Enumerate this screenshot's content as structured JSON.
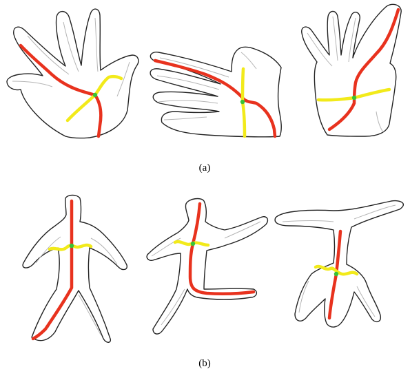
{
  "captions": {
    "a": "(a)",
    "b": "(b)"
  },
  "colors": {
    "primary_curve": "#e8321e",
    "secondary_curve": "#f2ea1a",
    "junction_point": "#38c238",
    "outline": "#222222",
    "inner_contour": "#b5b5b5"
  },
  "rows": [
    {
      "caption_key": "a",
      "shape": "hand",
      "count": 3
    },
    {
      "caption_key": "b",
      "shape": "human figure",
      "count": 3
    }
  ]
}
